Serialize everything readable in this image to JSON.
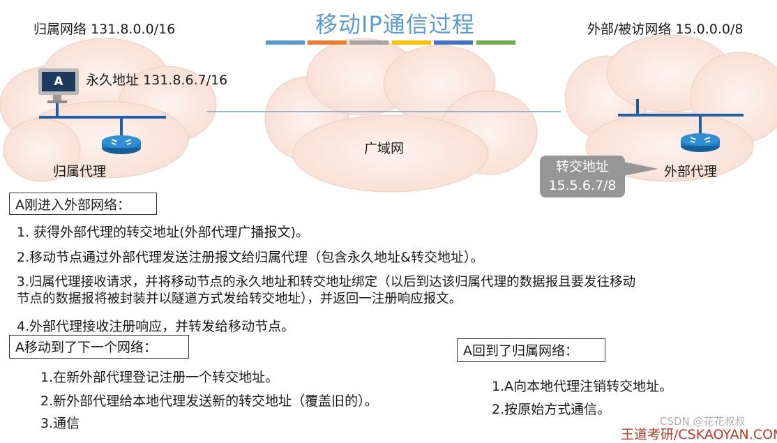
{
  "title": "移动IP通信过程",
  "title_bar_colors": [
    "#5b9bd5",
    "#ed7d31",
    "#a5a5a5",
    "#ffc000",
    "#4472c4",
    "#70ad47"
  ],
  "home_network_label": "归属网络 131.8.0.0/16",
  "foreign_network_label": "外部/被访网络 15.0.0.0/8",
  "host_label": "A",
  "permanent_address": "永久地址 131.8.6.7/16",
  "home_agent_label": "归属代理",
  "wan_label": "广域网",
  "foreign_agent_label": "外部代理",
  "care_of_callout": {
    "line1": "转交地址",
    "line2": "15.5.6.7/8"
  },
  "section_enter": {
    "heading": "A刚进入外部网络：",
    "steps": [
      "1. 获得外部代理的转交地址(外部代理广播报文)。",
      "2.移动节点通过外部代理发送注册报文给归属代理（包含永久地址&转交地址）。",
      "3.归属代理接收请求，并将移动节点的永久地址和转交地址绑定（以后到达该归属代理的数据报且要发往移动",
      "节点的数据报将被封装并以隧道方式发给转交地址），并返回一注册响应报文。",
      "4.外部代理接收注册响应，并转发给移动节点。"
    ]
  },
  "section_move": {
    "heading": "A移动到了下一个网络：",
    "steps": [
      "1.在新外部代理登记注册一个转交地址。",
      "2.新外部代理给本地代理发送新的转交地址（覆盖旧的）。",
      "3.通信"
    ]
  },
  "section_return": {
    "heading": "A回到了归属网络：",
    "steps": [
      "1.A向本地代理注销转交地址。",
      "2.按原始方式通信。"
    ]
  },
  "watermark": "CSDN @花花叔叔",
  "publisher_mark": "王道考研/CSKAOYAN.COM",
  "colors": {
    "cloud": "#fbe7df",
    "cloud_edge": "#f2cdbf",
    "router": "#1e7bbf",
    "link": "#1f5fa8"
  }
}
